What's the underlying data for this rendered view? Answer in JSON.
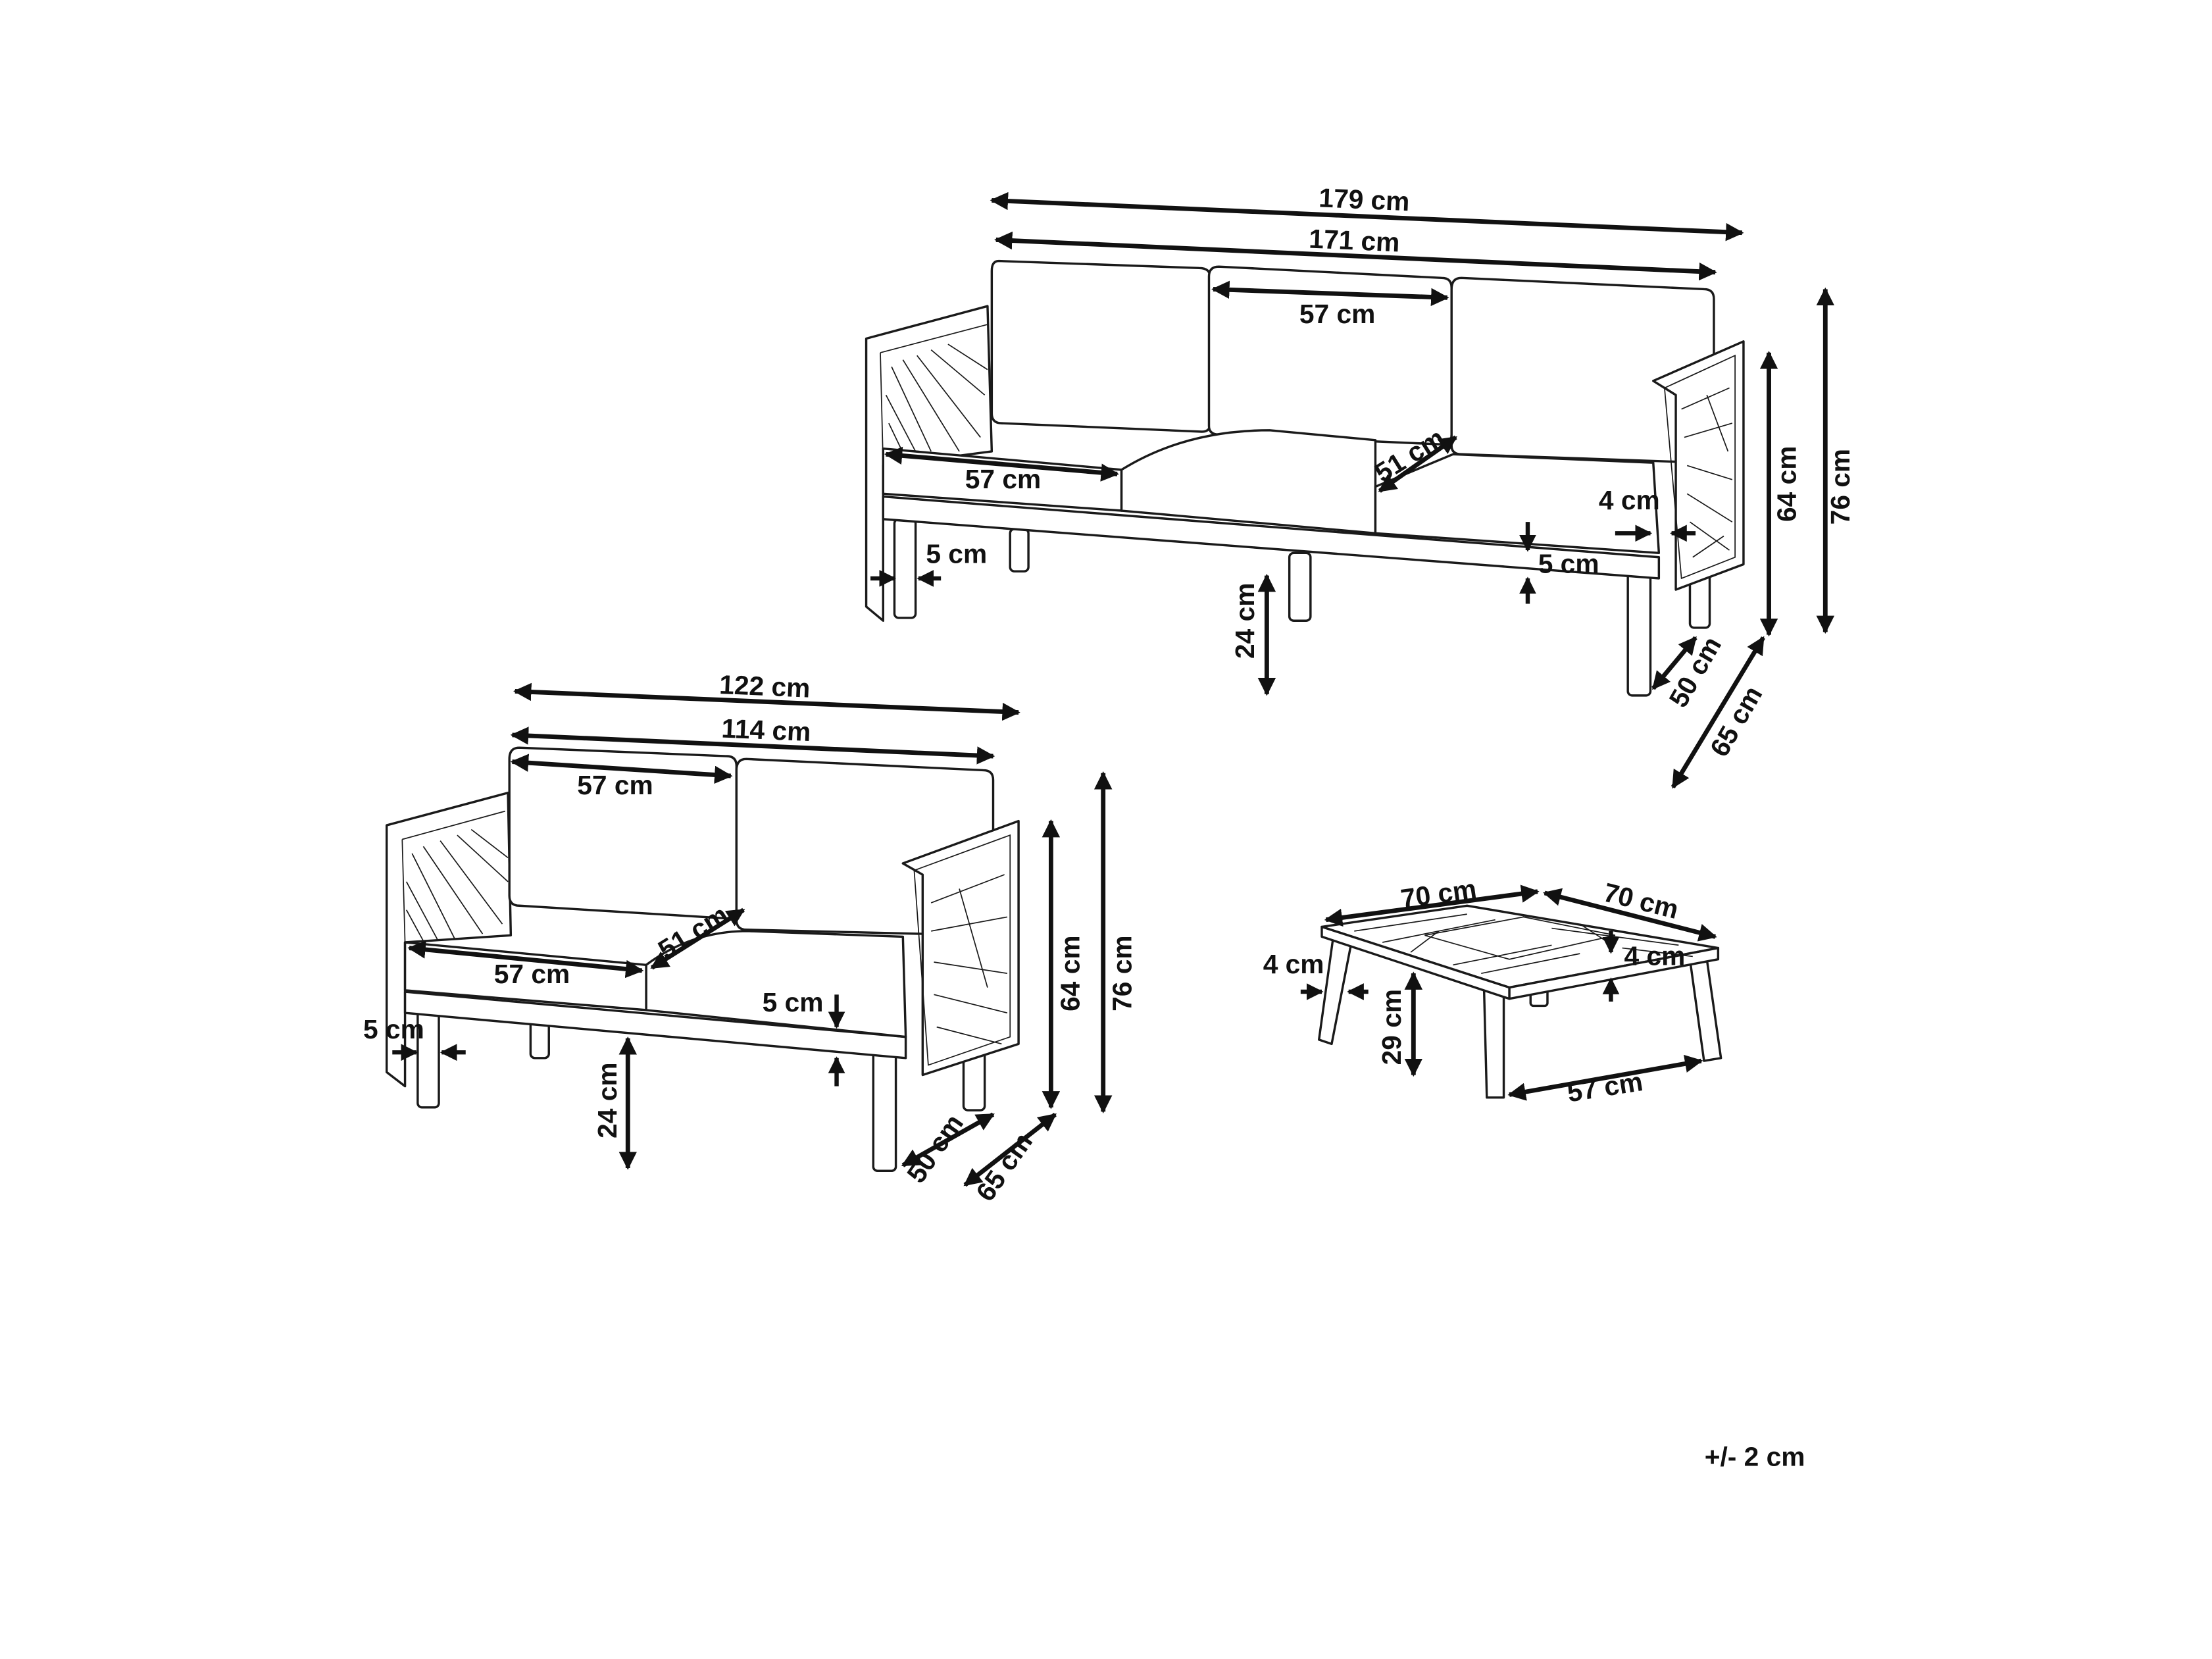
{
  "three_seater": {
    "overall_width": "179 cm",
    "inner_width": "171 cm",
    "back_cushion_width": "57 cm",
    "seat_cushion_width": "57 cm",
    "seat_depth": "51 cm",
    "arm_thickness": "4 cm",
    "leg_width": "5 cm",
    "cushion_thickness": "5 cm",
    "seat_height": "24 cm",
    "back_height": "64 cm",
    "overall_height": "76 cm",
    "inner_depth": "50 cm",
    "overall_depth": "65 cm"
  },
  "two_seater": {
    "overall_width": "122 cm",
    "inner_width": "114 cm",
    "back_cushion_width": "57 cm",
    "seat_cushion_width": "57 cm",
    "seat_depth": "51 cm",
    "cushion_thickness": "5 cm",
    "leg_width": "5 cm",
    "seat_height": "24 cm",
    "back_height": "64 cm",
    "overall_height": "76 cm",
    "inner_depth": "50 cm",
    "overall_depth": "65 cm"
  },
  "table": {
    "width": "70 cm",
    "depth": "70 cm",
    "leg_width": "4 cm",
    "top_thickness": "4 cm",
    "height": "29 cm",
    "leg_span": "57 cm"
  },
  "tolerance_note": "+/- 2 cm"
}
